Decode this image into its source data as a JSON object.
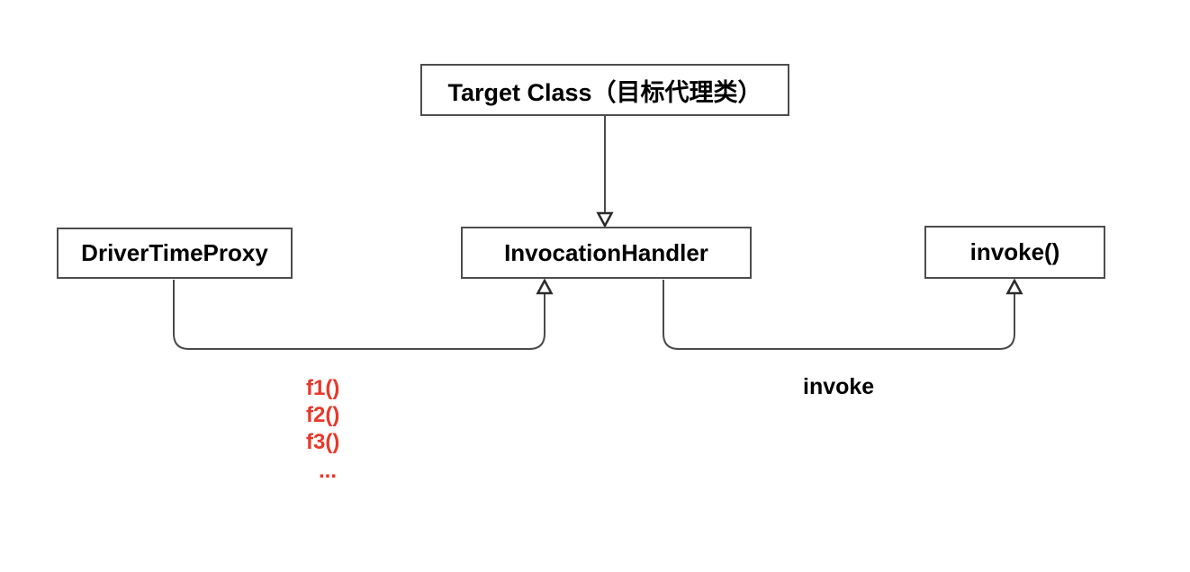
{
  "diagram": {
    "nodes": {
      "target_class": {
        "label": "Target Class（目标代理类）"
      },
      "driver_time_proxy": {
        "label": "DriverTimeProxy"
      },
      "invocation_handler": {
        "label": "InvocationHandler"
      },
      "invoke_method": {
        "label": "invoke()"
      }
    },
    "labels": {
      "proxy_methods": [
        "f1()",
        "f2()",
        "f3()",
        "..."
      ],
      "invoke": "invoke"
    },
    "edges": [
      {
        "from": "target_class",
        "to": "invocation_handler",
        "arrowhead": "hollow-triangle-down"
      },
      {
        "from": "driver_time_proxy",
        "to": "invocation_handler",
        "arrowhead": "hollow-triangle-up",
        "label": "f1() f2() f3() ..."
      },
      {
        "from": "invocation_handler",
        "to": "invoke_method",
        "arrowhead": "hollow-triangle-up",
        "label": "invoke"
      }
    ],
    "colors": {
      "line": "#4a4a4a",
      "box_border": "#4d4d4d",
      "box_fill": "#ffffff",
      "text": "#000000",
      "accent_red": "#e8382a",
      "background": "#ffffff"
    }
  }
}
